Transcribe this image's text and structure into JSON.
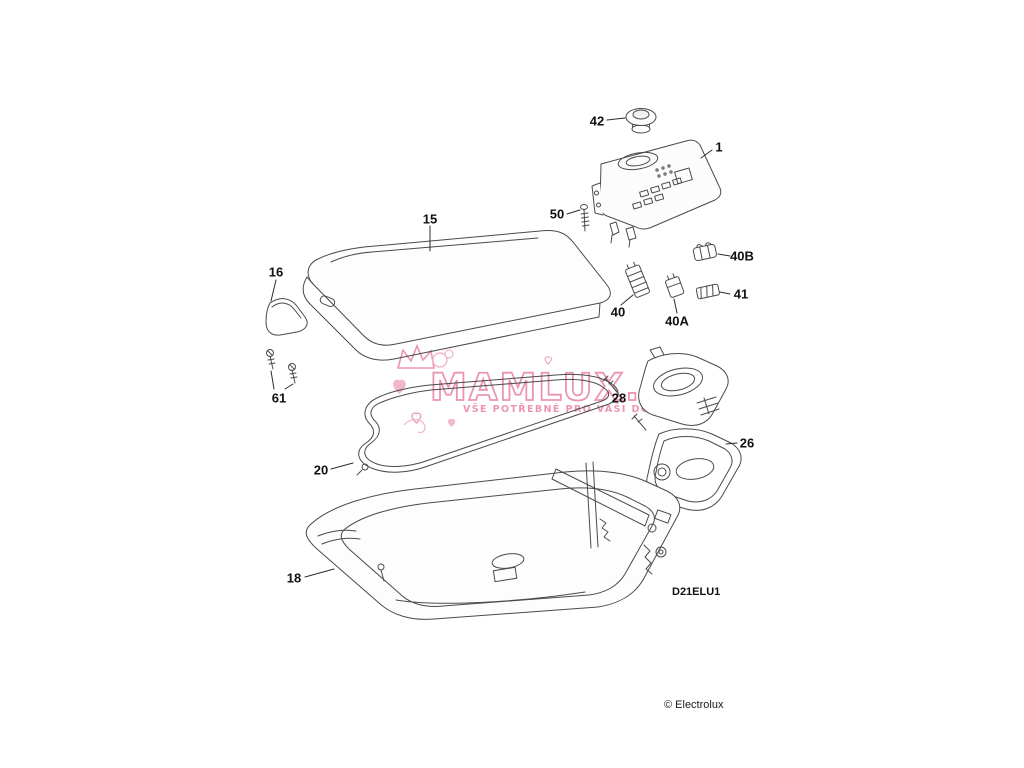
{
  "diagram": {
    "parts": {
      "p42": "42",
      "p1": "1",
      "p50": "50",
      "p15": "15",
      "p16": "16",
      "p40b": "40B",
      "p40": "40",
      "p40a": "40A",
      "p41": "41",
      "p61": "61",
      "p28": "28",
      "p26": "26",
      "p20": "20",
      "p18": "18"
    },
    "model_code": "D21ELU1",
    "copyright": "© Electrolux"
  },
  "watermark": {
    "title": "MAMLUX.CZ",
    "subtitle": "VŠE POTŘEBNÉ PRO VAŠI DOMÁCNOST",
    "accent_color": "#e87ba0"
  }
}
